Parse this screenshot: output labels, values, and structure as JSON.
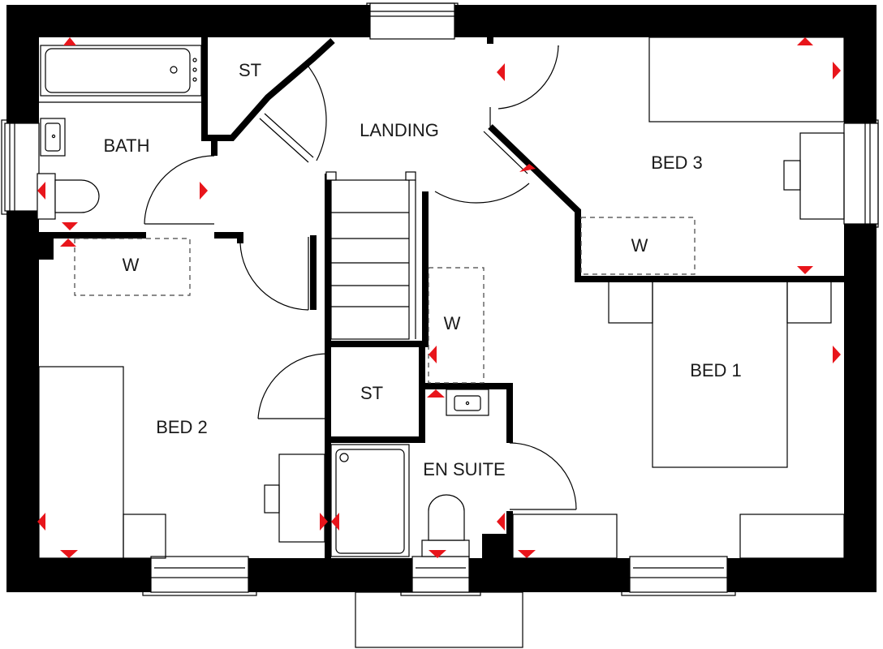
{
  "rooms": {
    "landing": "LANDING",
    "bath": "BATH",
    "st_top": "ST",
    "st_mid": "ST",
    "bed1": "BED 1",
    "bed2": "BED 2",
    "bed3": "BED 3",
    "en_suite": "EN SUITE",
    "w_bed2": "W",
    "w_bed1": "W",
    "w_bed3": "W"
  },
  "colors": {
    "wall": "#000000",
    "marker": "#e8151b"
  }
}
